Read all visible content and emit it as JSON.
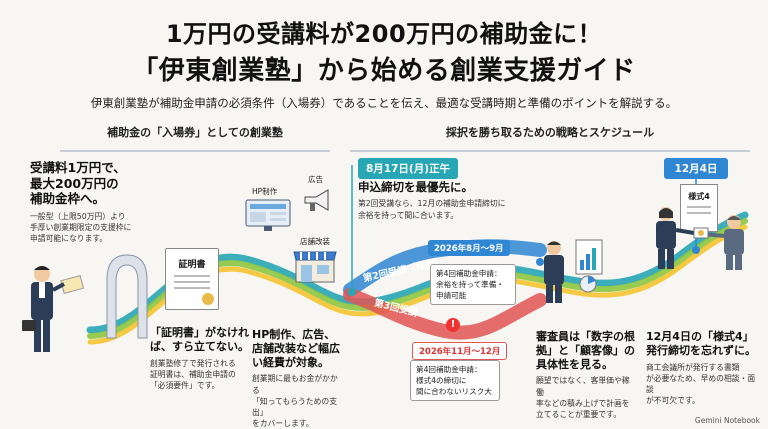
{
  "header": {
    "title_line1": "1万円の受講料が200万円の補助金に！",
    "title_line2": "「伊東創業塾」から始める創業支援ガイド",
    "subtitle": "伊東創業塾が補助金申請の必須条件（入場券）であることを伝え、最適な受講時期と準備のポイントを解説する。"
  },
  "sections": {
    "left_heading": "補助金の「入場券」としての創業塾",
    "right_heading": "採択を勝ち取るための戦略とスケジュール"
  },
  "intro": {
    "headline": "受講料1万円で、\n最大200万円の\n補助金枠へ。",
    "note": "一般型（上限50万円）より\n手厚い創業期限定の支援枠に\n申請可能になります。"
  },
  "certificate": {
    "label": "証明書",
    "headline": "「証明書」がなければ、すら立てない。",
    "note": "創業塾修了で発行される\n証明書は、補助金申請の\n「必須要件」です。"
  },
  "expenses": {
    "hp_label": "HP制作",
    "ad_label": "広告",
    "store_label": "店舗改装",
    "headline": "HP制作、広告、店舗改装など幅広い経費が対象。",
    "note": "創業期に最もお金がかかる\n「知ってもらうための支出」\nをカバーします。"
  },
  "schedule": {
    "date1": "8月17日(月)正午",
    "headline1": "申込締切を最優先に。",
    "note1": "第2回受講なら、12月の補助金申請締切に\n余裕を持って間に合います。",
    "route2_label": "第2回受講（推奨）",
    "route2_period": "2026年8月〜9月",
    "route2_callout": "第4回補助金申請：\n余裕を持って準備・\n申請可能",
    "route3_label": "第3回受講",
    "route3_period": "2026年11月〜12月",
    "route3_callout": "第4回補助金申請：\n様式4の締切に\n間に合わないリスク大"
  },
  "review": {
    "headline": "審査員は「数字の根拠」と「顧客像」の具体性を見る。",
    "note": "願望ではなく、客単価や稼働\n率などの積み上げで計画を\n立てることが重要です。"
  },
  "deadline": {
    "date": "12月4日",
    "form_label": "様式4",
    "headline": "12月4日の「様式4」発行締切を忘れずに。",
    "note": "商工会議所が発行する書類\nが必要なため、早めの相談・面談\nが不可欠です。"
  },
  "footer": {
    "brand": "Gemini Notebook"
  },
  "colors": {
    "teal": "#27a6b5",
    "blue": "#2f86d3",
    "green": "#8cc63f",
    "yellow": "#f4c430",
    "red": "#e05555",
    "navy": "#2c3e57"
  }
}
